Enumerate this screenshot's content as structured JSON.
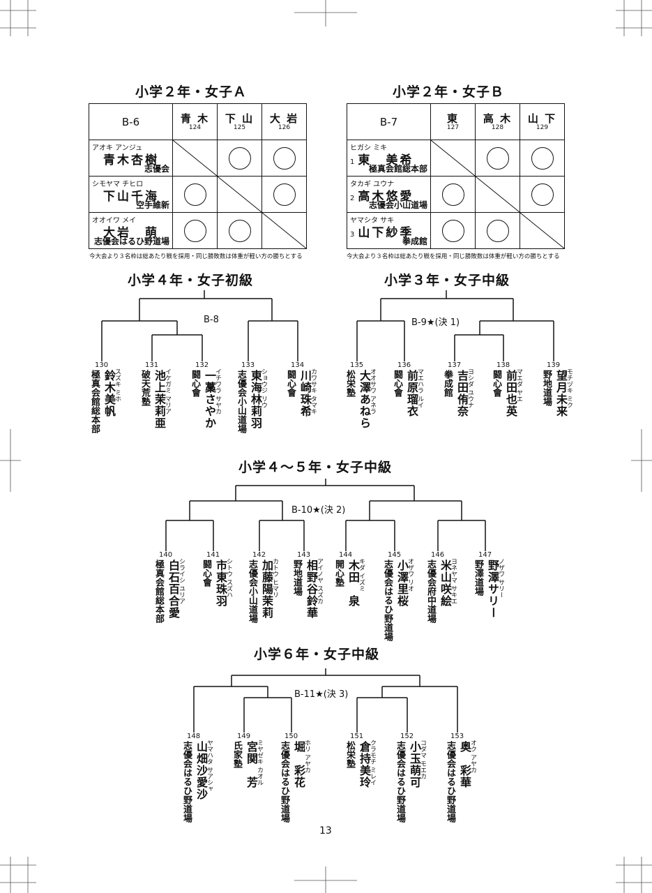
{
  "page_number": "13",
  "rr_note": "今大会より３名枠は総あたり戦を採用・同じ勝敗数は体重が軽い方の勝ちとする",
  "round_robins": [
    {
      "title": "小学２年・女子Ａ",
      "code": "B-6",
      "columns": [
        {
          "name": "青 木",
          "num": "124"
        },
        {
          "name": "下 山",
          "num": "125"
        },
        {
          "name": "大 岩",
          "num": "126"
        }
      ],
      "players": [
        {
          "seed": "",
          "kana": "アオキ アンジュ",
          "name": "青木杏樹",
          "club": "志優会"
        },
        {
          "seed": "",
          "kana": "シモヤマ チヒロ",
          "name": "下山千海",
          "club": "空手維新"
        },
        {
          "seed": "",
          "kana": "オオイワ メイ",
          "name": "大岩　萌",
          "club": "志優会はるひ野道場"
        }
      ]
    },
    {
      "title": "小学２年・女子Ｂ",
      "code": "B-7",
      "columns": [
        {
          "name": "東",
          "num": "127"
        },
        {
          "name": "高 木",
          "num": "128"
        },
        {
          "name": "山 下",
          "num": "129"
        }
      ],
      "players": [
        {
          "seed": "1",
          "kana": "ヒガシ ミキ",
          "name": "東　美希",
          "club": "極真会館総本部"
        },
        {
          "seed": "2",
          "kana": "タカギ ユウナ",
          "name": "高木悠愛",
          "club": "志優会小山道場"
        },
        {
          "seed": "3",
          "kana": "ヤマシタ サキ",
          "name": "山下紗季",
          "club": "拳成館"
        }
      ]
    }
  ],
  "brackets": [
    {
      "title": "小学４年・女子初級",
      "code": "B-8",
      "entries": [
        {
          "num": "130",
          "name": "鈴木美帆",
          "kana": "スズキ ミホ",
          "club": "極真会館総本部"
        },
        {
          "num": "131",
          "name": "池上茉莉亜",
          "kana": "イケガミ マリア",
          "club": "破天荒塾"
        },
        {
          "num": "132",
          "name": "一藁さやか",
          "kana": "イチワラ サヤカ",
          "club": "闘心會"
        },
        {
          "num": "133",
          "name": "東海林莉羽",
          "kana": "ショウジ リウ",
          "club": "志優会小山道場"
        },
        {
          "num": "134",
          "name": "川崎珠希",
          "kana": "カワサキ タマキ",
          "club": "闘心會"
        }
      ]
    },
    {
      "title": "小学３年・女子中級",
      "code": "B-9★(決 1)",
      "entries": [
        {
          "num": "135",
          "name": "大澤あねら",
          "kana": "オオサワ アネラ",
          "club": "松栄塾"
        },
        {
          "num": "136",
          "name": "前原瑠衣",
          "kana": "マエハラ ルイ",
          "club": "闘心會"
        },
        {
          "num": "137",
          "name": "吉田侑奈",
          "kana": "ヨシダ ユウナ",
          "club": "拳成館"
        },
        {
          "num": "138",
          "name": "前田也英",
          "kana": "マエダ ヤエ",
          "club": "闘心會"
        },
        {
          "num": "139",
          "name": "望月未来",
          "kana": "モチヅキ ミク",
          "club": "野地道場"
        }
      ]
    },
    {
      "title": "小学４～５年・女子中級",
      "code": "B-10★(決 2)",
      "entries": [
        {
          "num": "140",
          "name": "白石百合愛",
          "kana": "シライシ ユリア",
          "club": "極真会館総本部"
        },
        {
          "num": "141",
          "name": "市東珠羽",
          "kana": "シトウ スズハ",
          "club": "闘心會"
        },
        {
          "num": "142",
          "name": "加藤陽茉莉",
          "kana": "カトウ ヒマリ",
          "club": "志優会小山道場"
        },
        {
          "num": "143",
          "name": "相野谷鈴華",
          "kana": "アイノヤ スズカ",
          "club": "野地道場"
        },
        {
          "num": "144",
          "name": "木田　泉",
          "kana": "キダ イズミ",
          "club": "開心塾"
        },
        {
          "num": "145",
          "name": "小澤里桜",
          "kana": "オザワ リオ",
          "club": "志優会はるひ野道場"
        },
        {
          "num": "146",
          "name": "米山咲絵",
          "kana": "ヨネヤマ サキエ",
          "club": "志優会府中道場"
        },
        {
          "num": "147",
          "name": "野澤サリー",
          "kana": "ノザワ サリー",
          "club": "野澤道場"
        }
      ]
    },
    {
      "title": "小学６年・女子中級",
      "code": "B-11★(決 3)",
      "entries": [
        {
          "num": "148",
          "name": "山畑沙愛沙",
          "kana": "ヤマハタ サアシャ",
          "club": "志優会はるひ野道場"
        },
        {
          "num": "149",
          "name": "宮関　芳",
          "kana": "ミヤゼキ カオル",
          "club": "氏家塾"
        },
        {
          "num": "150",
          "name": "堀　彩花",
          "kana": "ホリ アヤカ",
          "club": "志優会はるひ野道場"
        },
        {
          "num": "151",
          "name": "倉持美玲",
          "kana": "クラモチ ミレイ",
          "club": "松栄塾"
        },
        {
          "num": "152",
          "name": "小玉萌可",
          "kana": "コダマ モエカ",
          "club": "志優会はるひ野道場"
        },
        {
          "num": "153",
          "name": "奥　彩華",
          "kana": "オク アヤカ",
          "club": "志優会はるひ野道場"
        }
      ]
    }
  ]
}
